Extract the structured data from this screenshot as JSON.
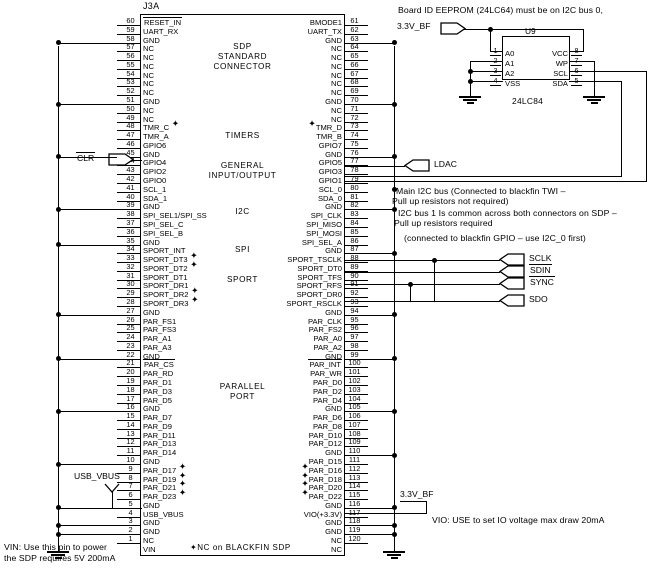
{
  "connector": {
    "ref": "J3A",
    "blocks": [
      {
        "label": "SDP\nSTANDARD\nCONNECTOR"
      },
      {
        "label": "TIMERS"
      },
      {
        "label": "GENERAL\nINPUT/OUTPUT"
      },
      {
        "label": "I2C"
      },
      {
        "label": "SPI"
      },
      {
        "label": "SPORT"
      },
      {
        "label": "PARALLEL\nPORT"
      }
    ],
    "footnote": "✦NC on BLACKFIN SDP",
    "left_pins": [
      {
        "num": "60",
        "name": "RESET_IN",
        "bar": true
      },
      {
        "num": "59",
        "name": "UART_RX"
      },
      {
        "num": "58",
        "name": "GND"
      },
      {
        "num": "57",
        "name": "NC"
      },
      {
        "num": "56",
        "name": "NC"
      },
      {
        "num": "55",
        "name": "NC"
      },
      {
        "num": "54",
        "name": "NC"
      },
      {
        "num": "53",
        "name": "NC"
      },
      {
        "num": "52",
        "name": "NC"
      },
      {
        "num": "51",
        "name": "GND"
      },
      {
        "num": "50",
        "name": "NC"
      },
      {
        "num": "49",
        "name": "NC"
      },
      {
        "num": "48",
        "name": "TMR_C",
        "star": true
      },
      {
        "num": "47",
        "name": "TMR_A"
      },
      {
        "num": "46",
        "name": "GPIO6"
      },
      {
        "num": "45",
        "name": "GND"
      },
      {
        "num": "44",
        "name": "GPIO4"
      },
      {
        "num": "43",
        "name": "GPIO2"
      },
      {
        "num": "42",
        "name": "GPIO0"
      },
      {
        "num": "41",
        "name": "SCL_1"
      },
      {
        "num": "40",
        "name": "SDA_1"
      },
      {
        "num": "39",
        "name": "GND"
      },
      {
        "num": "38",
        "name": "SPI_SEL1/SPI_SS"
      },
      {
        "num": "37",
        "name": "SPI_SEL_C"
      },
      {
        "num": "36",
        "name": "SPI_SEL_B"
      },
      {
        "num": "35",
        "name": "GND"
      },
      {
        "num": "34",
        "name": "SPORT_INT"
      },
      {
        "num": "33",
        "name": "SPORT_DT3",
        "star": true
      },
      {
        "num": "32",
        "name": "SPORT_DT2",
        "star": true
      },
      {
        "num": "31",
        "name": "SPORT_DT1"
      },
      {
        "num": "30",
        "name": "SPORT_DR1"
      },
      {
        "num": "29",
        "name": "SPORT_DR2",
        "star": true
      },
      {
        "num": "28",
        "name": "SPORT_DR3",
        "star": true
      },
      {
        "num": "27",
        "name": "GND"
      },
      {
        "num": "26",
        "name": "PAR_FS1"
      },
      {
        "num": "25",
        "name": "PAR_FS3"
      },
      {
        "num": "24",
        "name": "PAR_A1"
      },
      {
        "num": "23",
        "name": "PAR_A3"
      },
      {
        "num": "22",
        "name": "GND"
      },
      {
        "num": "21",
        "name": "PAR_CS",
        "bar": true
      },
      {
        "num": "20",
        "name": "PAR_RD"
      },
      {
        "num": "19",
        "name": "PAR_D1"
      },
      {
        "num": "18",
        "name": "PAR_D3"
      },
      {
        "num": "17",
        "name": "PAR_D5"
      },
      {
        "num": "16",
        "name": "GND"
      },
      {
        "num": "15",
        "name": "PAR_D7"
      },
      {
        "num": "14",
        "name": "PAR_D9"
      },
      {
        "num": "13",
        "name": "PAR_D11"
      },
      {
        "num": "12",
        "name": "PAR_D13"
      },
      {
        "num": "11",
        "name": "PAR_D14"
      },
      {
        "num": "10",
        "name": "GND"
      },
      {
        "num": "9",
        "name": "PAR_D17",
        "star": true
      },
      {
        "num": "8",
        "name": "PAR_D19",
        "star": true
      },
      {
        "num": "7",
        "name": "PAR_D21",
        "star": true
      },
      {
        "num": "6",
        "name": "PAR_D23",
        "star": true
      },
      {
        "num": "5",
        "name": "GND"
      },
      {
        "num": "4",
        "name": "USB_VBUS"
      },
      {
        "num": "3",
        "name": "GND"
      },
      {
        "num": "2",
        "name": "GND"
      },
      {
        "num": "1",
        "name": "NC"
      },
      {
        "num": "",
        "name": "VIN"
      }
    ],
    "right_pins": [
      {
        "num": "61",
        "name": "BMODE1"
      },
      {
        "num": "62",
        "name": "UART_TX"
      },
      {
        "num": "63",
        "name": "GND"
      },
      {
        "num": "64",
        "name": "NC"
      },
      {
        "num": "65",
        "name": "NC"
      },
      {
        "num": "66",
        "name": "NC"
      },
      {
        "num": "67",
        "name": "NC"
      },
      {
        "num": "68",
        "name": "NC"
      },
      {
        "num": "69",
        "name": "NC"
      },
      {
        "num": "70",
        "name": "GND"
      },
      {
        "num": "71",
        "name": "NC"
      },
      {
        "num": "72",
        "name": "NC"
      },
      {
        "num": "73",
        "name": "TMR_D",
        "starpre": true
      },
      {
        "num": "74",
        "name": "TMR_B"
      },
      {
        "num": "75",
        "name": "GPIO7"
      },
      {
        "num": "76",
        "name": "GND"
      },
      {
        "num": "77",
        "name": "GPIO5"
      },
      {
        "num": "78",
        "name": "GPIO3"
      },
      {
        "num": "79",
        "name": "GPIO1"
      },
      {
        "num": "80",
        "name": "SCL_0"
      },
      {
        "num": "81",
        "name": "SDA_0"
      },
      {
        "num": "82",
        "name": "GND"
      },
      {
        "num": "83",
        "name": "SPI_CLK"
      },
      {
        "num": "84",
        "name": "SPI_MISO"
      },
      {
        "num": "85",
        "name": "SPI_MOSI"
      },
      {
        "num": "86",
        "name": "SPI_SEL_A"
      },
      {
        "num": "87",
        "name": "GND"
      },
      {
        "num": "88",
        "name": "SPORT_TSCLK"
      },
      {
        "num": "89",
        "name": "SPORT_DT0"
      },
      {
        "num": "90",
        "name": "SPORT_TFS"
      },
      {
        "num": "91",
        "name": "SPORT_RFS"
      },
      {
        "num": "92",
        "name": "SPORT_DR0"
      },
      {
        "num": "93",
        "name": "SPORT_RSCLK"
      },
      {
        "num": "94",
        "name": "GND"
      },
      {
        "num": "95",
        "name": "PAR_CLK"
      },
      {
        "num": "96",
        "name": "PAR_FS2"
      },
      {
        "num": "97",
        "name": "PAR_A0"
      },
      {
        "num": "98",
        "name": "PAR_A2"
      },
      {
        "num": "99",
        "name": "GND"
      },
      {
        "num": "100",
        "name": "PAR_INT",
        "bar": true
      },
      {
        "num": "101",
        "name": "PAR_WR"
      },
      {
        "num": "102",
        "name": "PAR_D0"
      },
      {
        "num": "103",
        "name": "PAR_D2"
      },
      {
        "num": "104",
        "name": "PAR_D4"
      },
      {
        "num": "105",
        "name": "GND"
      },
      {
        "num": "106",
        "name": "PAR_D6"
      },
      {
        "num": "107",
        "name": "PAR_D8"
      },
      {
        "num": "108",
        "name": "PAR_D10"
      },
      {
        "num": "109",
        "name": "PAR_D12"
      },
      {
        "num": "110",
        "name": "GND"
      },
      {
        "num": "111",
        "name": "PAR_D15"
      },
      {
        "num": "112",
        "name": "PAR_D16",
        "starpre": true
      },
      {
        "num": "113",
        "name": "PAR_D18",
        "starpre": true
      },
      {
        "num": "114",
        "name": "PAR_D20",
        "starpre": true
      },
      {
        "num": "115",
        "name": "PAR_D22",
        "starpre": true
      },
      {
        "num": "116",
        "name": "GND"
      },
      {
        "num": "117",
        "name": "VIO(+3.3V)"
      },
      {
        "num": "118",
        "name": "GND"
      },
      {
        "num": "119",
        "name": "GND"
      },
      {
        "num": "120",
        "name": "NC"
      },
      {
        "num": "",
        "name": "NC"
      }
    ]
  },
  "eeprom": {
    "ref": "U9",
    "part": "24LC84",
    "left_pins": [
      {
        "num": "1",
        "name": "A0"
      },
      {
        "num": "2",
        "name": "A1"
      },
      {
        "num": "3",
        "name": "A2"
      },
      {
        "num": "4",
        "name": "VSS"
      }
    ],
    "right_pins": [
      {
        "num": "8",
        "name": "VCC"
      },
      {
        "num": "7",
        "name": "WP"
      },
      {
        "num": "6",
        "name": "SCL"
      },
      {
        "num": "5",
        "name": "SDA"
      }
    ]
  },
  "ports": {
    "clr": "CLR",
    "ldac": "LDAC",
    "sclk": "SCLK",
    "sdin": "SDIN",
    "sync": "SYNC",
    "sdo": "SDO",
    "usb_vbus": "USB_VBUS"
  },
  "power": {
    "bf_top": "3.3V_BF",
    "bf_bottom": "3.3V_BF"
  },
  "notes": {
    "eeprom_note": "Board ID EEPROM (24LC64) must be on I2C bus 0,",
    "i2c_note_line1": "Main I2C bus (Connected to blackfin TWI –",
    "i2c_note_line2": "Pull up resistors not required)",
    "i2c_note_line3": "I2C bus 1 Is common across both connectors on SDP –",
    "i2c_note_line4": "Pull up resistors required",
    "i2c_note_line5": "(connected to blackfin GPIO – use I2C_0 first)",
    "vio_note": "VIO: USE to set IO voltage max draw 20mA",
    "vin_note_line1": "VIN: Use this pin to power",
    "vin_note_line2": "the SDP requires 5V 200mA"
  }
}
